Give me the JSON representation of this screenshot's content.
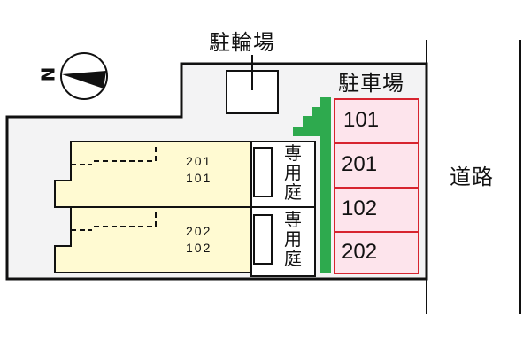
{
  "compass": {
    "label": "N",
    "icon": "north-arrow-icon"
  },
  "labels": {
    "bicycle_parking": "駐輪場",
    "car_parking": "駐車場",
    "road": "道路",
    "private_garden_1": "専用庭",
    "private_garden_2": "専用庭"
  },
  "buildings": [
    {
      "units_upper": "201",
      "units_lower": "101"
    },
    {
      "units_upper": "202",
      "units_lower": "102"
    }
  ],
  "parking_spaces": [
    "101",
    "201",
    "102",
    "202"
  ],
  "colors": {
    "lot_fill": "#f3f3f4",
    "building_fill": "#fffad2",
    "parking_fill": "#fde4ec",
    "parking_border": "#d7242f",
    "hedge": "#2eaa4e",
    "line": "#111111"
  }
}
